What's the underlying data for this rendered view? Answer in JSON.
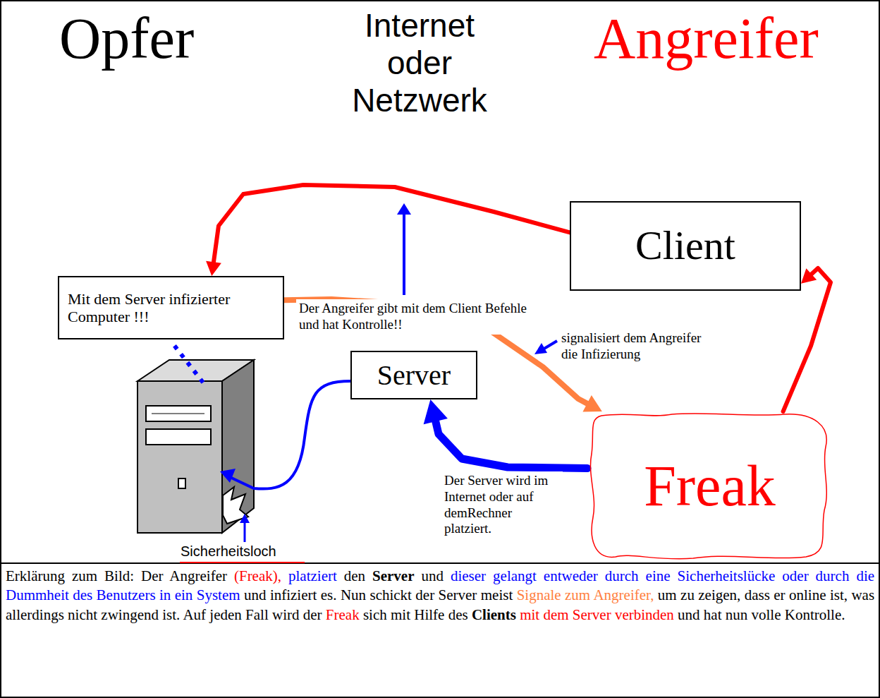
{
  "diagram": {
    "caption": "Erklärung zum Bild: Der Angreifer (Freak), platziert den Server und dieser gelangt entweder durch eine Sicherheitslücke oder durch die Dummheit des Benutzers in ein System und infiziert es. Nun schickt der Server meist Signale zum Angreifer, um zu zeigen, dass er online ist, was allerdings nicht zwingend ist. Auf jeden Fall wird der Freak sich mit Hilfe des Clients mit dem Server verbinden und hat nun volle Kontrolle.",
    "nodes": [
      {
        "text": [
          "Internet oder Netzwerk"
        ]
      },
      {
        "text": [
          "Client"
        ]
      },
      {
        "text": [
          "Mit dem Server infizierter Computer !!!"
        ]
      },
      {
        "text": [
          "Server"
        ],
        "in": 0
      },
      {
        "text": [
          "Freak"
        ]
      }
    ],
    "edges": [
      {
        "from": 1,
        "to": 2,
        "arrow": "to",
        "label": "Der Angreifer gibt mit dem Client Befehle und hat Kontrolle!!"
      },
      {
        "from": 2,
        "to": 4,
        "arrow": "to",
        "label": "signalisiert dem Angreifer die Infizierung"
      },
      {
        "from": 4,
        "to": 3,
        "arrow": "to",
        "label": "Der Server wird im Internet oder auf demRechner platziert."
      },
      {
        "from": 4,
        "to": 1,
        "arrow": "to"
      }
    ],
    "labels": [
      "Opfer",
      "Angreifer",
      "Sicherheitsloch"
    ]
  }
}
